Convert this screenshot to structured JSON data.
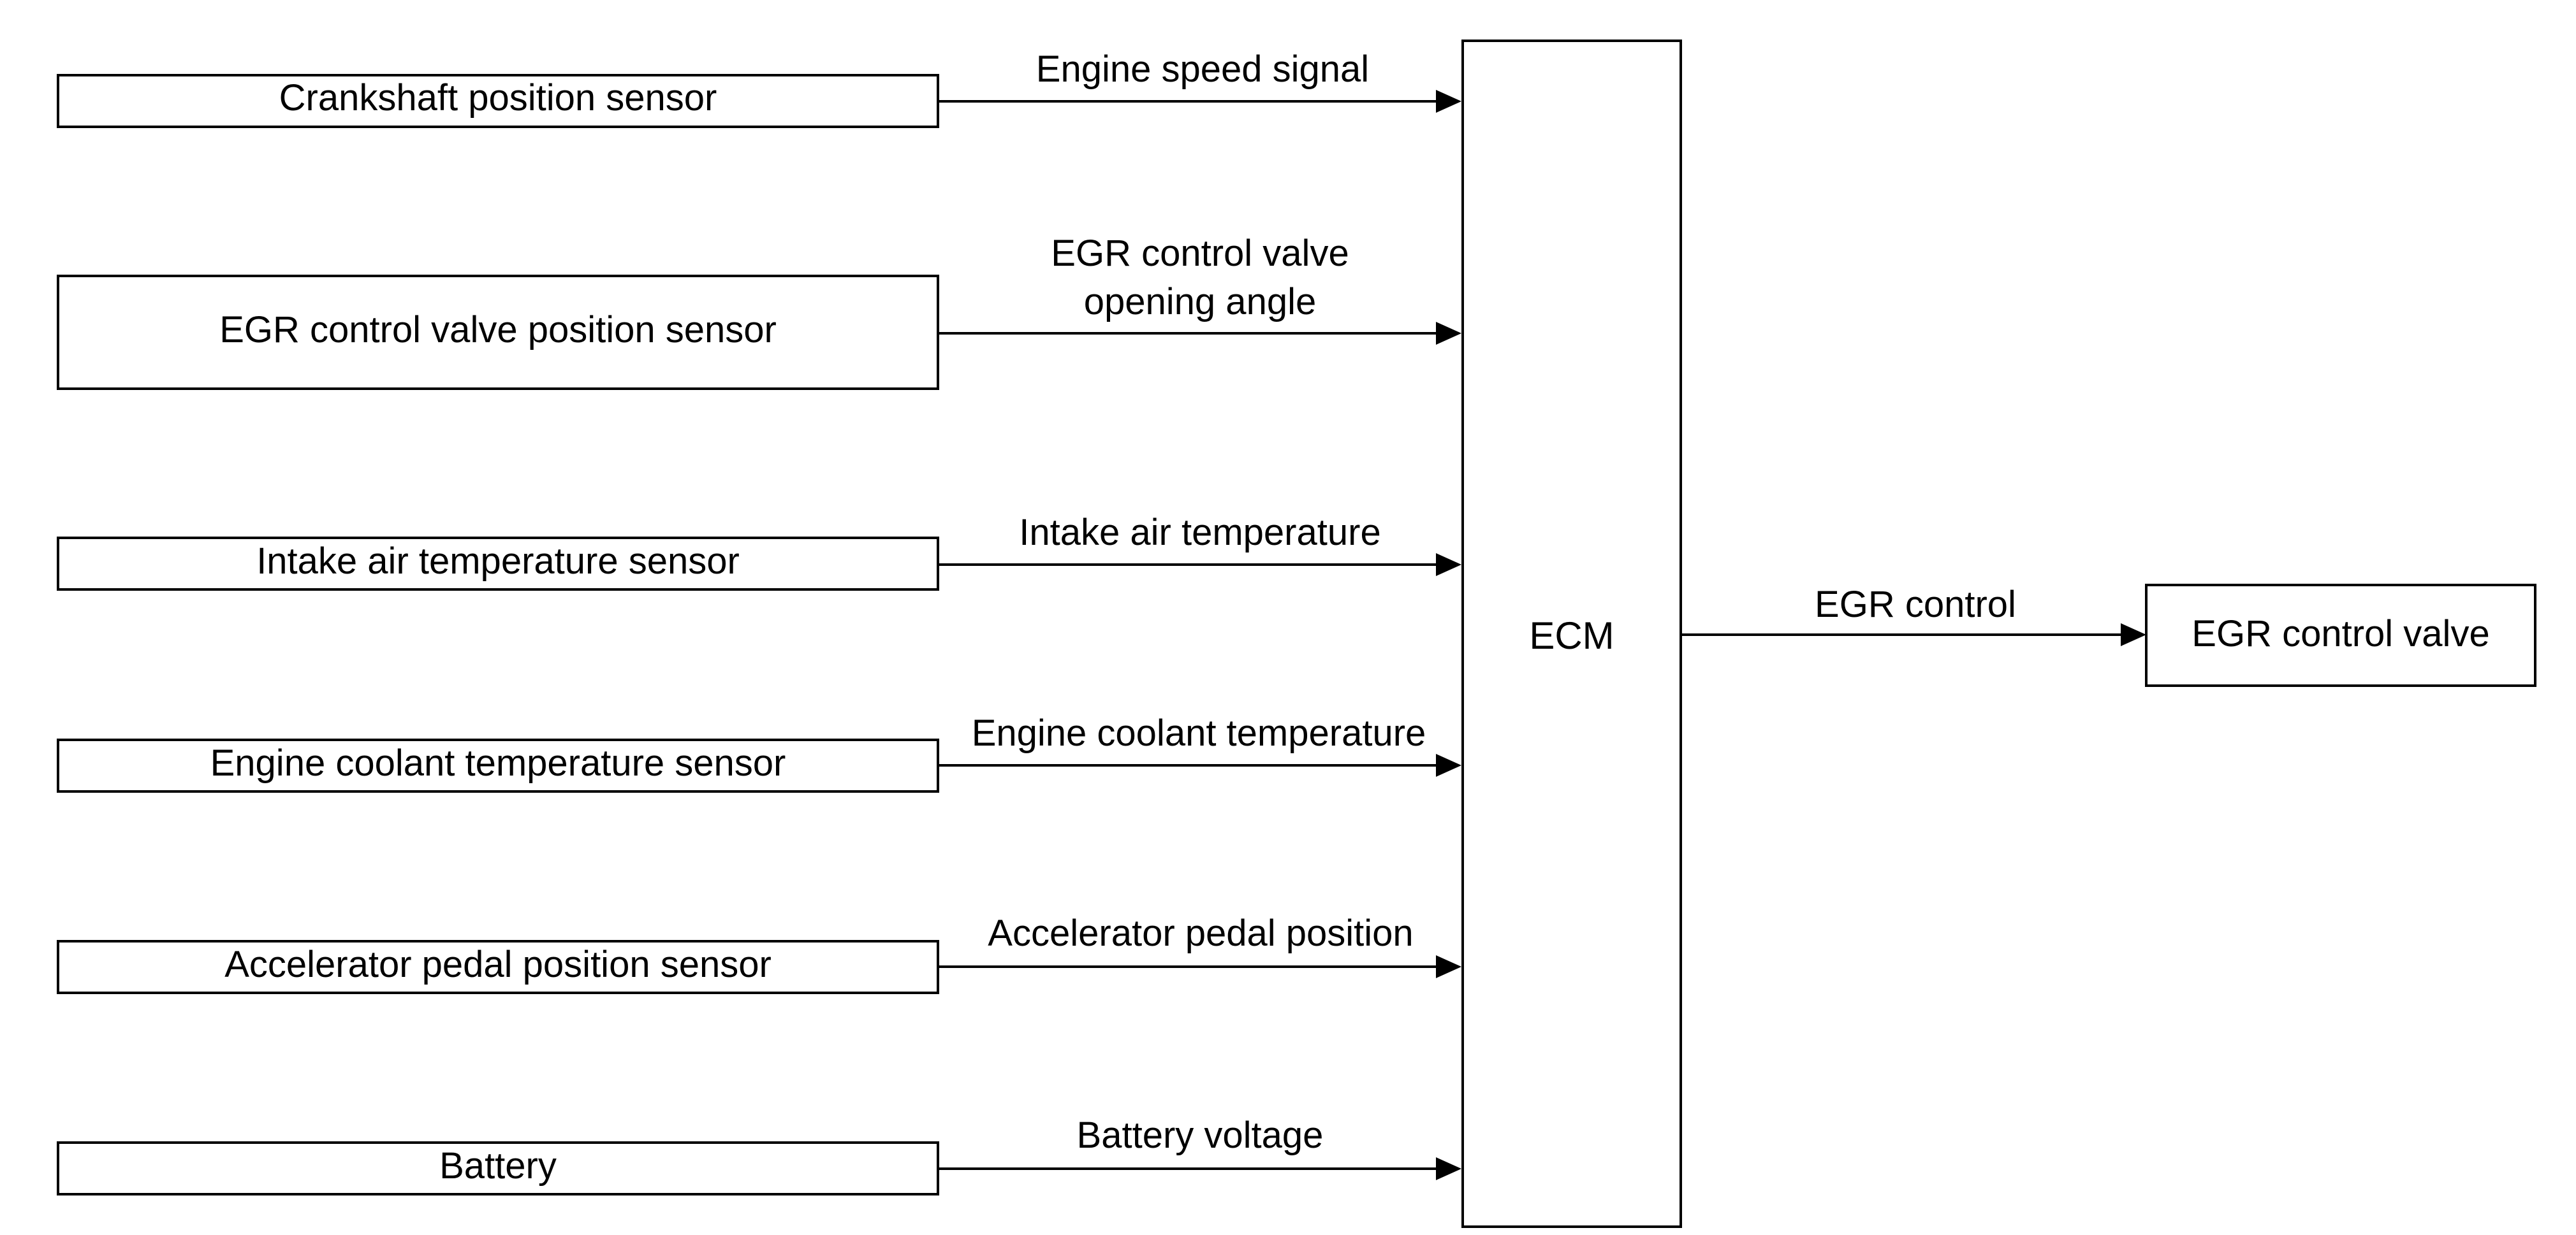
{
  "inputs": [
    {
      "label": "Crankshaft position sensor",
      "signal": [
        "Engine speed signal"
      ]
    },
    {
      "label": "EGR control valve position sensor",
      "signal": [
        "EGR control valve",
        "opening angle"
      ]
    },
    {
      "label": "Intake air temperature sensor",
      "signal": [
        "Intake air temperature"
      ]
    },
    {
      "label": "Engine coolant temperature sensor",
      "signal": [
        "Engine coolant temperature"
      ]
    },
    {
      "label": "Accelerator pedal position sensor",
      "signal": [
        "Accelerator pedal position"
      ]
    },
    {
      "label": "Battery",
      "signal": [
        "Battery voltage"
      ]
    }
  ],
  "controller": {
    "label": "ECM"
  },
  "output": {
    "label": "EGR control valve",
    "signal": "EGR control"
  }
}
